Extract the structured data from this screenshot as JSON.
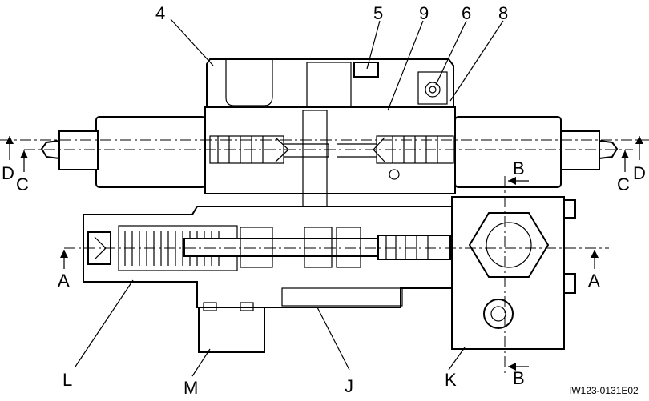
{
  "diagram": {
    "part_labels": {
      "p4": "4",
      "p5": "5",
      "p9": "9",
      "p6": "6",
      "p8": "8",
      "L": "L",
      "M": "M",
      "J": "J",
      "K": "K"
    },
    "section_labels": {
      "d_left": "D",
      "c_left": "C",
      "d_right": "D",
      "c_right": "C",
      "a_left": "A",
      "a_right": "A",
      "b_top": "B",
      "b_bottom": "B"
    },
    "drawing_code": "IW123-0131E02"
  }
}
